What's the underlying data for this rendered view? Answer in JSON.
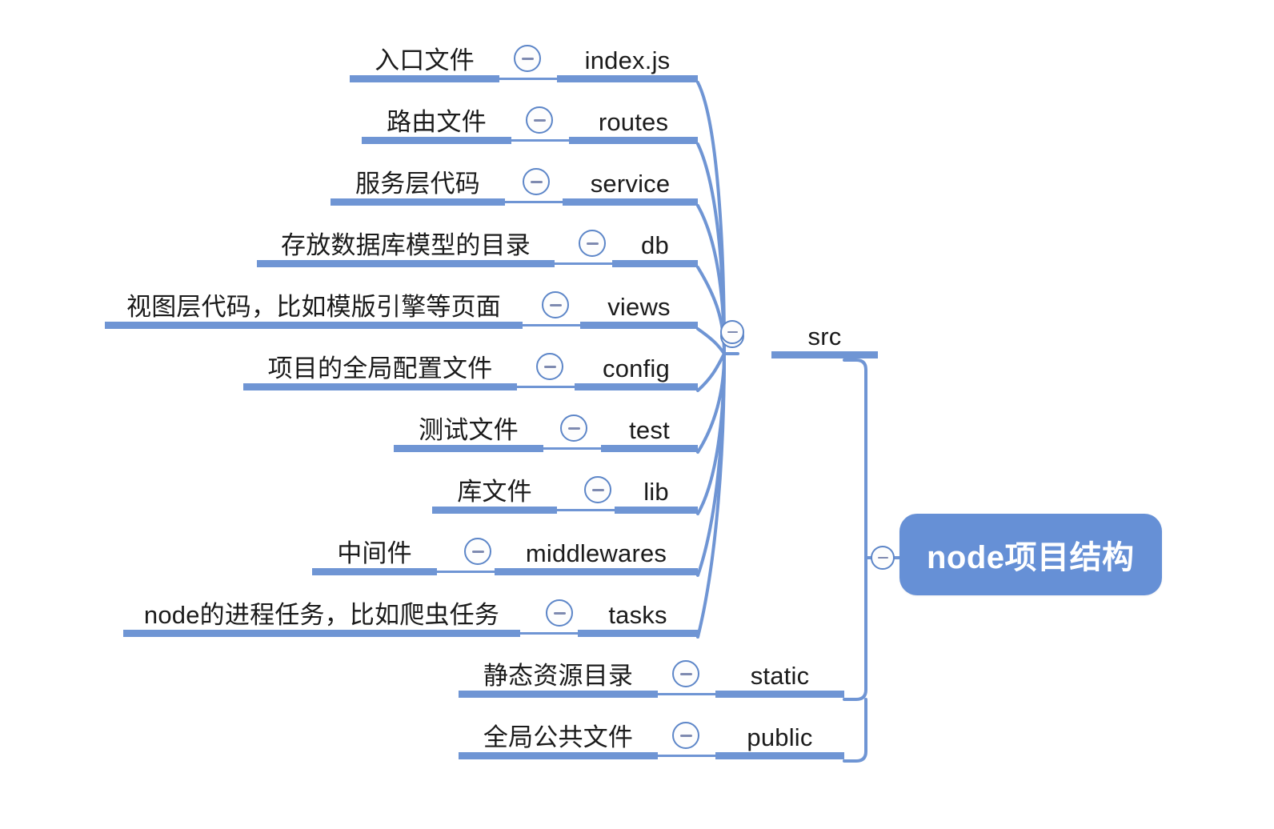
{
  "diagram": {
    "type": "mindmap",
    "title": "node项目结构",
    "accent_color": "#6f95d4",
    "root_fill": "#6690d6",
    "root_text_color": "#ffffff",
    "toggle_icon": "minus-circle-icon",
    "background": "#ffffff"
  },
  "root": {
    "label": "node项目结构",
    "toggle": "minus-circle-icon"
  },
  "branches": [
    {
      "id": "src",
      "label": "src",
      "toggle": "minus-circle-icon",
      "children": [
        {
          "description": "入口文件",
          "name": "index.js",
          "toggle": "minus-circle-icon"
        },
        {
          "description": "路由文件",
          "name": "routes",
          "toggle": "minus-circle-icon"
        },
        {
          "description": "服务层代码",
          "name": "service",
          "toggle": "minus-circle-icon"
        },
        {
          "description": "存放数据库模型的目录",
          "name": "db",
          "toggle": "minus-circle-icon"
        },
        {
          "description": "视图层代码，比如模版引擎等页面",
          "name": "views",
          "toggle": "minus-circle-icon"
        },
        {
          "description": "项目的全局配置文件",
          "name": "config",
          "toggle": "minus-circle-icon"
        },
        {
          "description": "测试文件",
          "name": "test",
          "toggle": "minus-circle-icon"
        },
        {
          "description": "库文件",
          "name": "lib",
          "toggle": "minus-circle-icon"
        },
        {
          "description": "中间件",
          "name": "middlewares",
          "toggle": "minus-circle-icon"
        },
        {
          "description": "node的进程任务，比如爬虫任务",
          "name": "tasks",
          "toggle": "minus-circle-icon"
        }
      ]
    },
    {
      "id": "static",
      "label": "static",
      "description": "静态资源目录",
      "toggle": "minus-circle-icon",
      "children": []
    },
    {
      "id": "public",
      "label": "public",
      "description": "全局公共文件",
      "toggle": "minus-circle-icon",
      "children": []
    }
  ]
}
